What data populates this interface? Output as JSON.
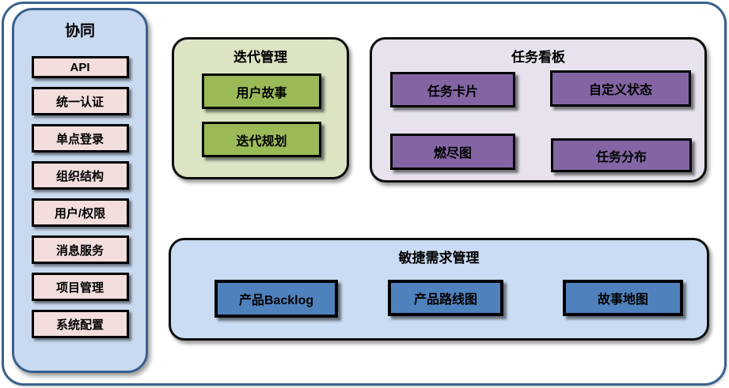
{
  "sidebar": {
    "title": "协同",
    "items": [
      "API",
      "统一认证",
      "单点登录",
      "组织结构",
      "用户/权限",
      "消息服务",
      "项目管理",
      "系统配置"
    ]
  },
  "iteration_panel": {
    "title": "迭代管理",
    "items": [
      "用户故事",
      "迭代规划"
    ]
  },
  "kanban_panel": {
    "title": "任务看板",
    "items": [
      "任务卡片",
      "自定义状态",
      "燃尽图",
      "任务分布"
    ]
  },
  "agile_panel": {
    "title": "敏捷需求管理",
    "items": [
      "产品Backlog",
      "产品路线图",
      "故事地图"
    ]
  },
  "colors": {
    "frame_border": "#38618f",
    "sidebar_bg": "#c9daf0",
    "sidebar_item_bg": "#f3dedd",
    "iteration_bg": "#dbe5c3",
    "iteration_item_bg": "#9aba58",
    "kanban_bg": "#e7e2ee",
    "kanban_item_bg": "#8365a4",
    "agile_bg": "#cadcf3",
    "agile_item_bg": "#4f81bd"
  }
}
